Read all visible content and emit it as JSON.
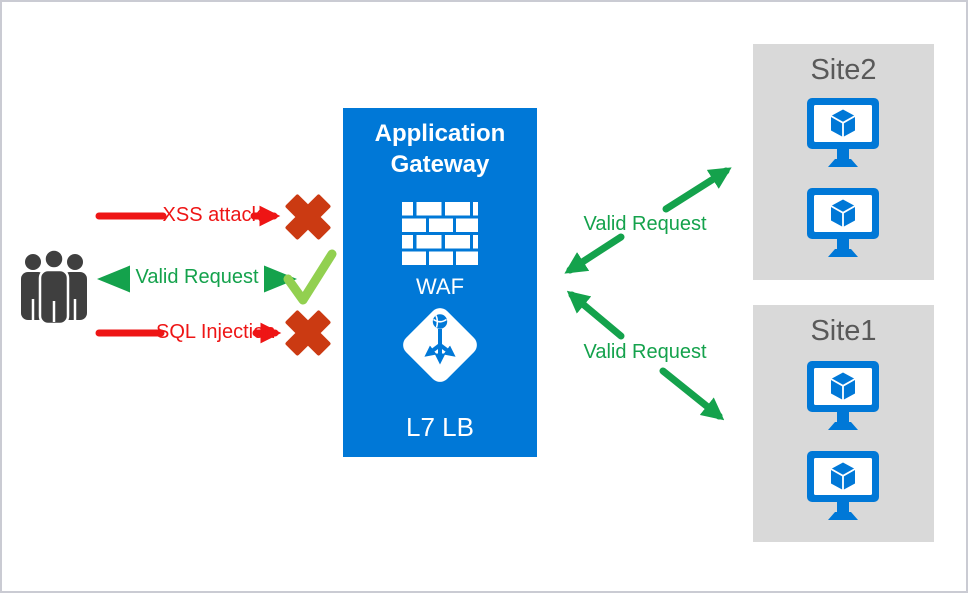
{
  "colors": {
    "azure_blue": "#0078d7",
    "site_box_gray": "#d9d9d9",
    "site_title_gray": "#595959",
    "flow_red": "#ee1515",
    "cross_red": "#cb3a12",
    "flow_green": "#14a24c",
    "check_green": "#92d050",
    "users_gray": "#3f3f3f",
    "border_gray": "#cacbd3"
  },
  "users_group": {
    "icon": "users-icon"
  },
  "client_flows": [
    {
      "label": "XSS attack",
      "status": "blocked",
      "icon": "cross-icon"
    },
    {
      "label": "Valid Request",
      "status": "allowed",
      "icon": "check-icon"
    },
    {
      "label": "SQL Injection",
      "status": "blocked",
      "icon": "cross-icon"
    }
  ],
  "gateway": {
    "title": "Application Gateway",
    "waf": {
      "label": "WAF",
      "icon": "brick-wall-icon"
    },
    "load_balancer": {
      "label": "L7 LB",
      "icon": "app-gateway-diamond-icon"
    }
  },
  "backend_flows": [
    {
      "label": "Valid Request",
      "to": "Site2"
    },
    {
      "label": "Valid Request",
      "to": "Site1"
    }
  ],
  "sites": [
    {
      "name": "Site2",
      "vm_count": 2,
      "vm_icon": "virtual-machine-icon"
    },
    {
      "name": "Site1",
      "vm_count": 2,
      "vm_icon": "virtual-machine-icon"
    }
  ]
}
